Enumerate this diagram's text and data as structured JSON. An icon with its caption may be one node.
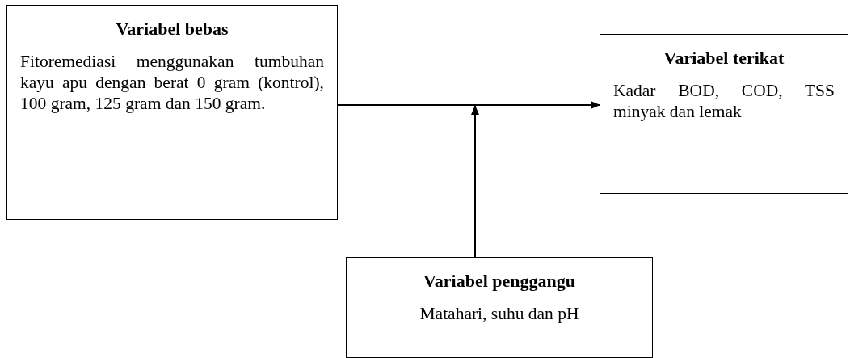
{
  "diagram": {
    "nodes": [
      {
        "text": [
          "Variabel bebas",
          "Fitoremediasi menggunakan tumbuhan kayu apu dengan berat 0 gram (kontrol), 100 gram, 125 gram dan 150 gram."
        ]
      },
      {
        "text": [
          "Variabel terikat",
          "Kadar BOD, COD, TSS minyak dan lemak"
        ]
      },
      {
        "text": [
          "Variabel penggangu",
          "Matahari, suhu dan pH"
        ]
      }
    ],
    "edges": [
      {
        "from": 0,
        "to": 1,
        "arrow": "to"
      },
      {
        "from": 2,
        "to": null,
        "arrow": "to"
      }
    ]
  }
}
